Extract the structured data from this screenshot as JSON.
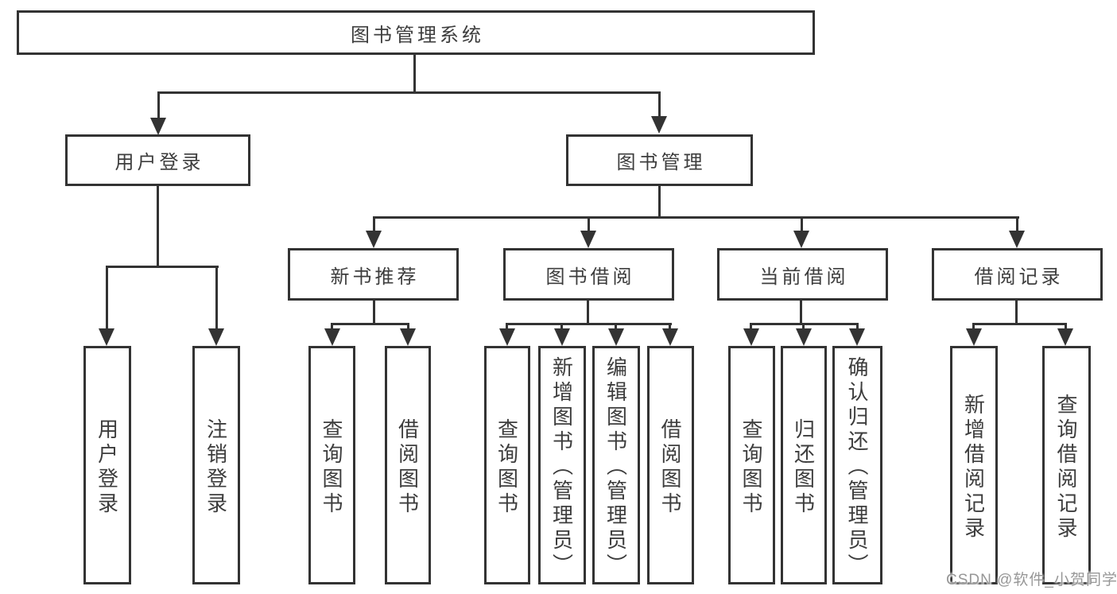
{
  "diagram": {
    "root": {
      "label": "图书管理系统"
    },
    "level2": [
      {
        "label": "用户登录"
      },
      {
        "label": "图书管理"
      }
    ],
    "level3": [
      {
        "label": "新书推荐"
      },
      {
        "label": "图书借阅"
      },
      {
        "label": "当前借阅"
      },
      {
        "label": "借阅记录"
      }
    ],
    "leaves": {
      "user_login": [
        "用户登录",
        "注销登录"
      ],
      "new_book_recommend": [
        "查询图书",
        "借阅图书"
      ],
      "book_borrowing": [
        "查询图书",
        "新增图书（管理员）",
        "编辑图书（管理员）",
        "借阅图书"
      ],
      "current_borrowing": [
        "查询图书",
        "归还图书",
        "确认归还（管理员）"
      ],
      "borrowing_records": [
        "新增借阅记录",
        "查询借阅记录"
      ]
    }
  },
  "watermark": {
    "text": "CSDN @软件_小贺同学"
  },
  "colors": {
    "line": "#333333",
    "text": "#3d3d3d",
    "background": "#ffffff",
    "watermark": "#979797"
  }
}
